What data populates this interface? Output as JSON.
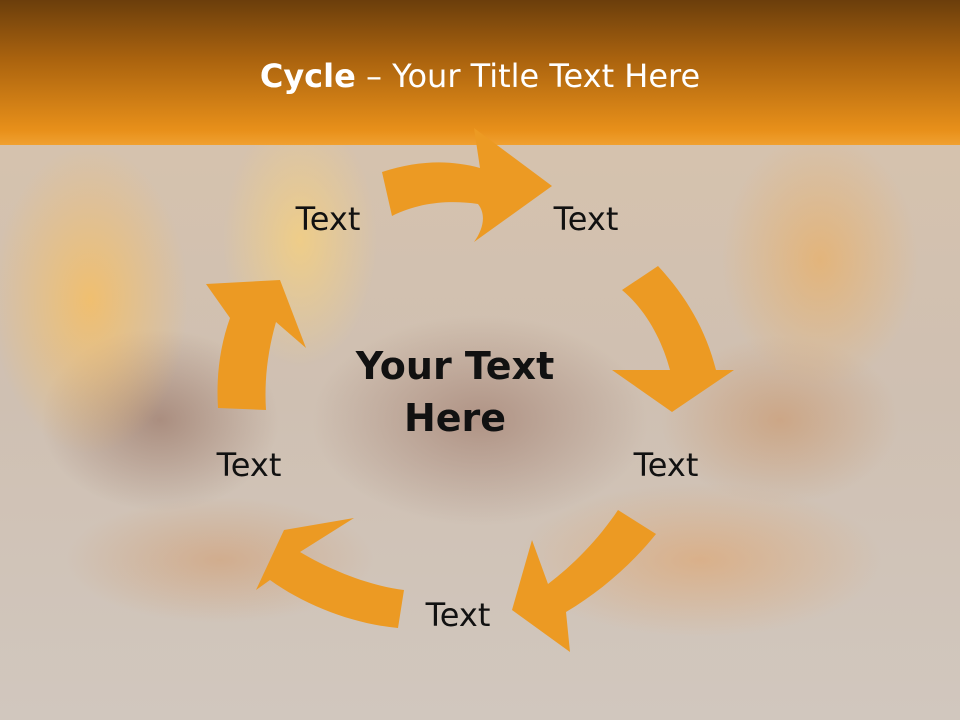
{
  "slide": {
    "title_bold": "Cycle",
    "title_rest": " – Your Title Text Here",
    "center_text": "Your Text Here"
  },
  "cycle": {
    "nodes": [
      {
        "label": "Text"
      },
      {
        "label": "Text"
      },
      {
        "label": "Text"
      },
      {
        "label": "Text"
      },
      {
        "label": "Text"
      }
    ]
  },
  "colors": {
    "header_dark": "#6b3e0c",
    "header_light": "#f0a030",
    "arrow": "#ec9a23",
    "title_text": "#ffffff",
    "body_text": "#111111"
  }
}
